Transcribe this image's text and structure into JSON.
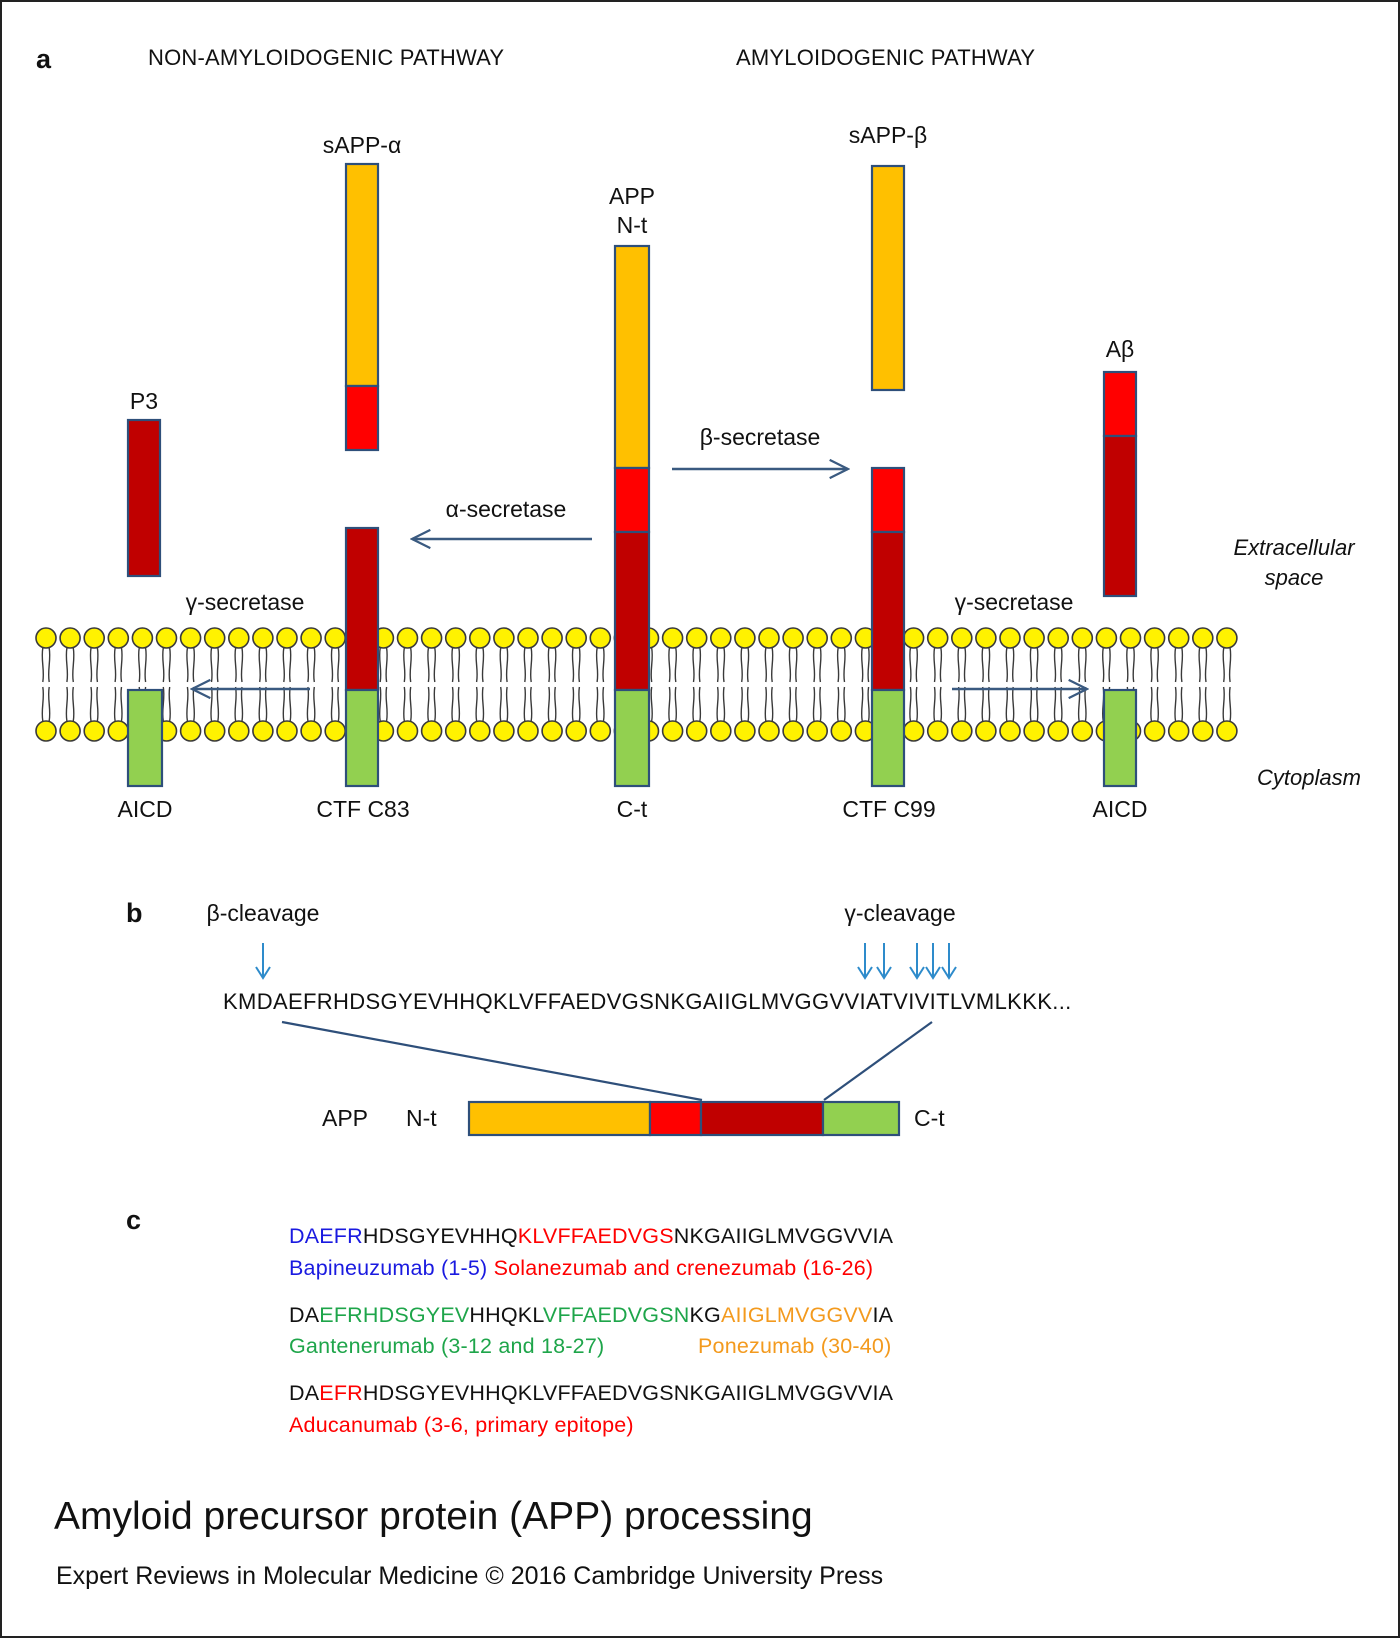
{
  "panels": {
    "a": "a",
    "b": "b",
    "c": "c"
  },
  "colors": {
    "orange": "#FFC000",
    "red": "#FF0000",
    "darkred": "#C00000",
    "green": "#92D050",
    "lipid": "#FFF200",
    "arrow": "#3A5A80",
    "blue": "#1A1AE0",
    "epitope_green": "#1EA54A",
    "epitope_orange": "#F39A1E",
    "cleavage_arrow": "#2E8BCB"
  },
  "panel_a": {
    "non_amyloidogenic": "NON-AMYLOIDOGENIC PATHWAY",
    "amyloidogenic": "AMYLOIDOGENIC PATHWAY",
    "sapp_alpha": "sAPP-α",
    "sapp_beta": "sAPP-β",
    "app": "APP",
    "n_t": "N-t",
    "p3": "P3",
    "abeta": "Aβ",
    "beta_secretase": "β-secretase",
    "alpha_secretase": "α-secretase",
    "gamma_secretase_left": "γ-secretase",
    "gamma_secretase_right": "γ-secretase",
    "extracellular_1": "Extracellular",
    "extracellular_2": "space",
    "cytoplasm": "Cytoplasm",
    "aicd_left": "AICD",
    "ctf_c83": "CTF C83",
    "c_t": "C-t",
    "ctf_c99": "CTF C99",
    "aicd_right": "AICD"
  },
  "panel_b": {
    "beta_cleavage": "β-cleavage",
    "gamma_cleavage": "γ-cleavage",
    "sequence": "KMDAEFRHDSGYEVHHQKLVFFAEDVGSNKGAIIGLMVGGVVIATVIVITLVMLKKK...",
    "app": "APP",
    "n_t": "N-t",
    "c_t": "C-t"
  },
  "panel_c": {
    "row1": {
      "s1": "DAEFR",
      "s2": "HDSGYEVHHQ",
      "s3": "KLVFFAEDVGS",
      "s4": "NKGAIIGLMVGGVVIA",
      "l1": "Bapineuzumab (1-5)",
      "l2": "Solanezumab and crenezumab (16-26)"
    },
    "row2": {
      "s1": "DA",
      "s2": "EFRHDSGYEV",
      "s3": "HHQKL",
      "s4": "VFFAEDVGSN",
      "s5": "KG",
      "s6": "AIIGLMVGGVV",
      "s7": "IA",
      "l1": "Gantenerumab (3-12 and 18-27)",
      "l2": "Ponezumab (30-40)"
    },
    "row3": {
      "s1": "DA",
      "s2": "EFR",
      "s3": "HDSGYEVHHQKLVFFAEDVGSNKGAIIGLMVGGVVIA",
      "l1": "Aducanumab (3-6, primary epitope)"
    }
  },
  "title": "Amyloid precursor protein (APP) processing",
  "credit": "Expert Reviews in Molecular Medicine © 2016 Cambridge University Press"
}
